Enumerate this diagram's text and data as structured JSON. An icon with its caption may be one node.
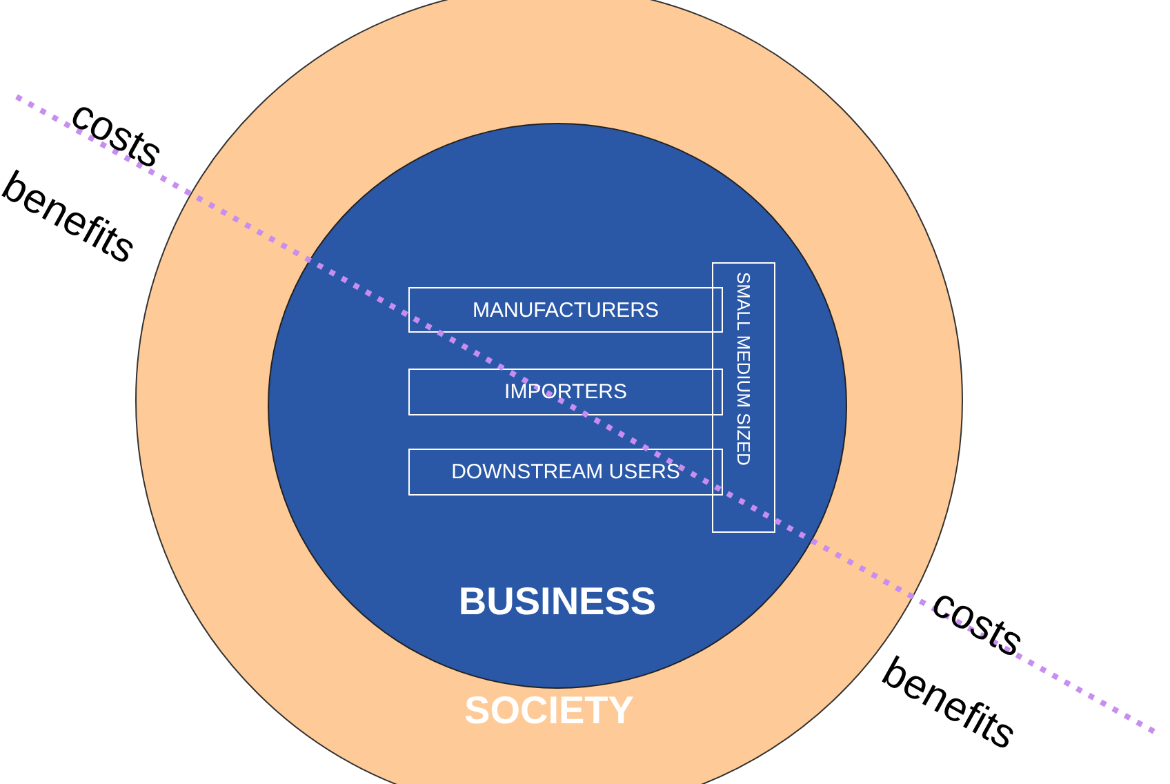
{
  "diagram": {
    "nodes": [
      {
        "text": [
          "SOCIETY"
        ]
      },
      {
        "text": [
          "BUSINESS"
        ],
        "in": 0
      },
      {
        "text": [
          "MANUFACTURERS"
        ],
        "in": 1
      },
      {
        "text": [
          "IMPORTERS"
        ],
        "in": 1
      },
      {
        "text": [
          "DOWNSTREAM USERS"
        ],
        "in": 1
      },
      {
        "text": [
          "SMALL MEDIUM SIZED"
        ],
        "in": 1
      }
    ],
    "edges": [],
    "labels": [
      "costs",
      "benefits",
      "costs",
      "benefits"
    ]
  }
}
